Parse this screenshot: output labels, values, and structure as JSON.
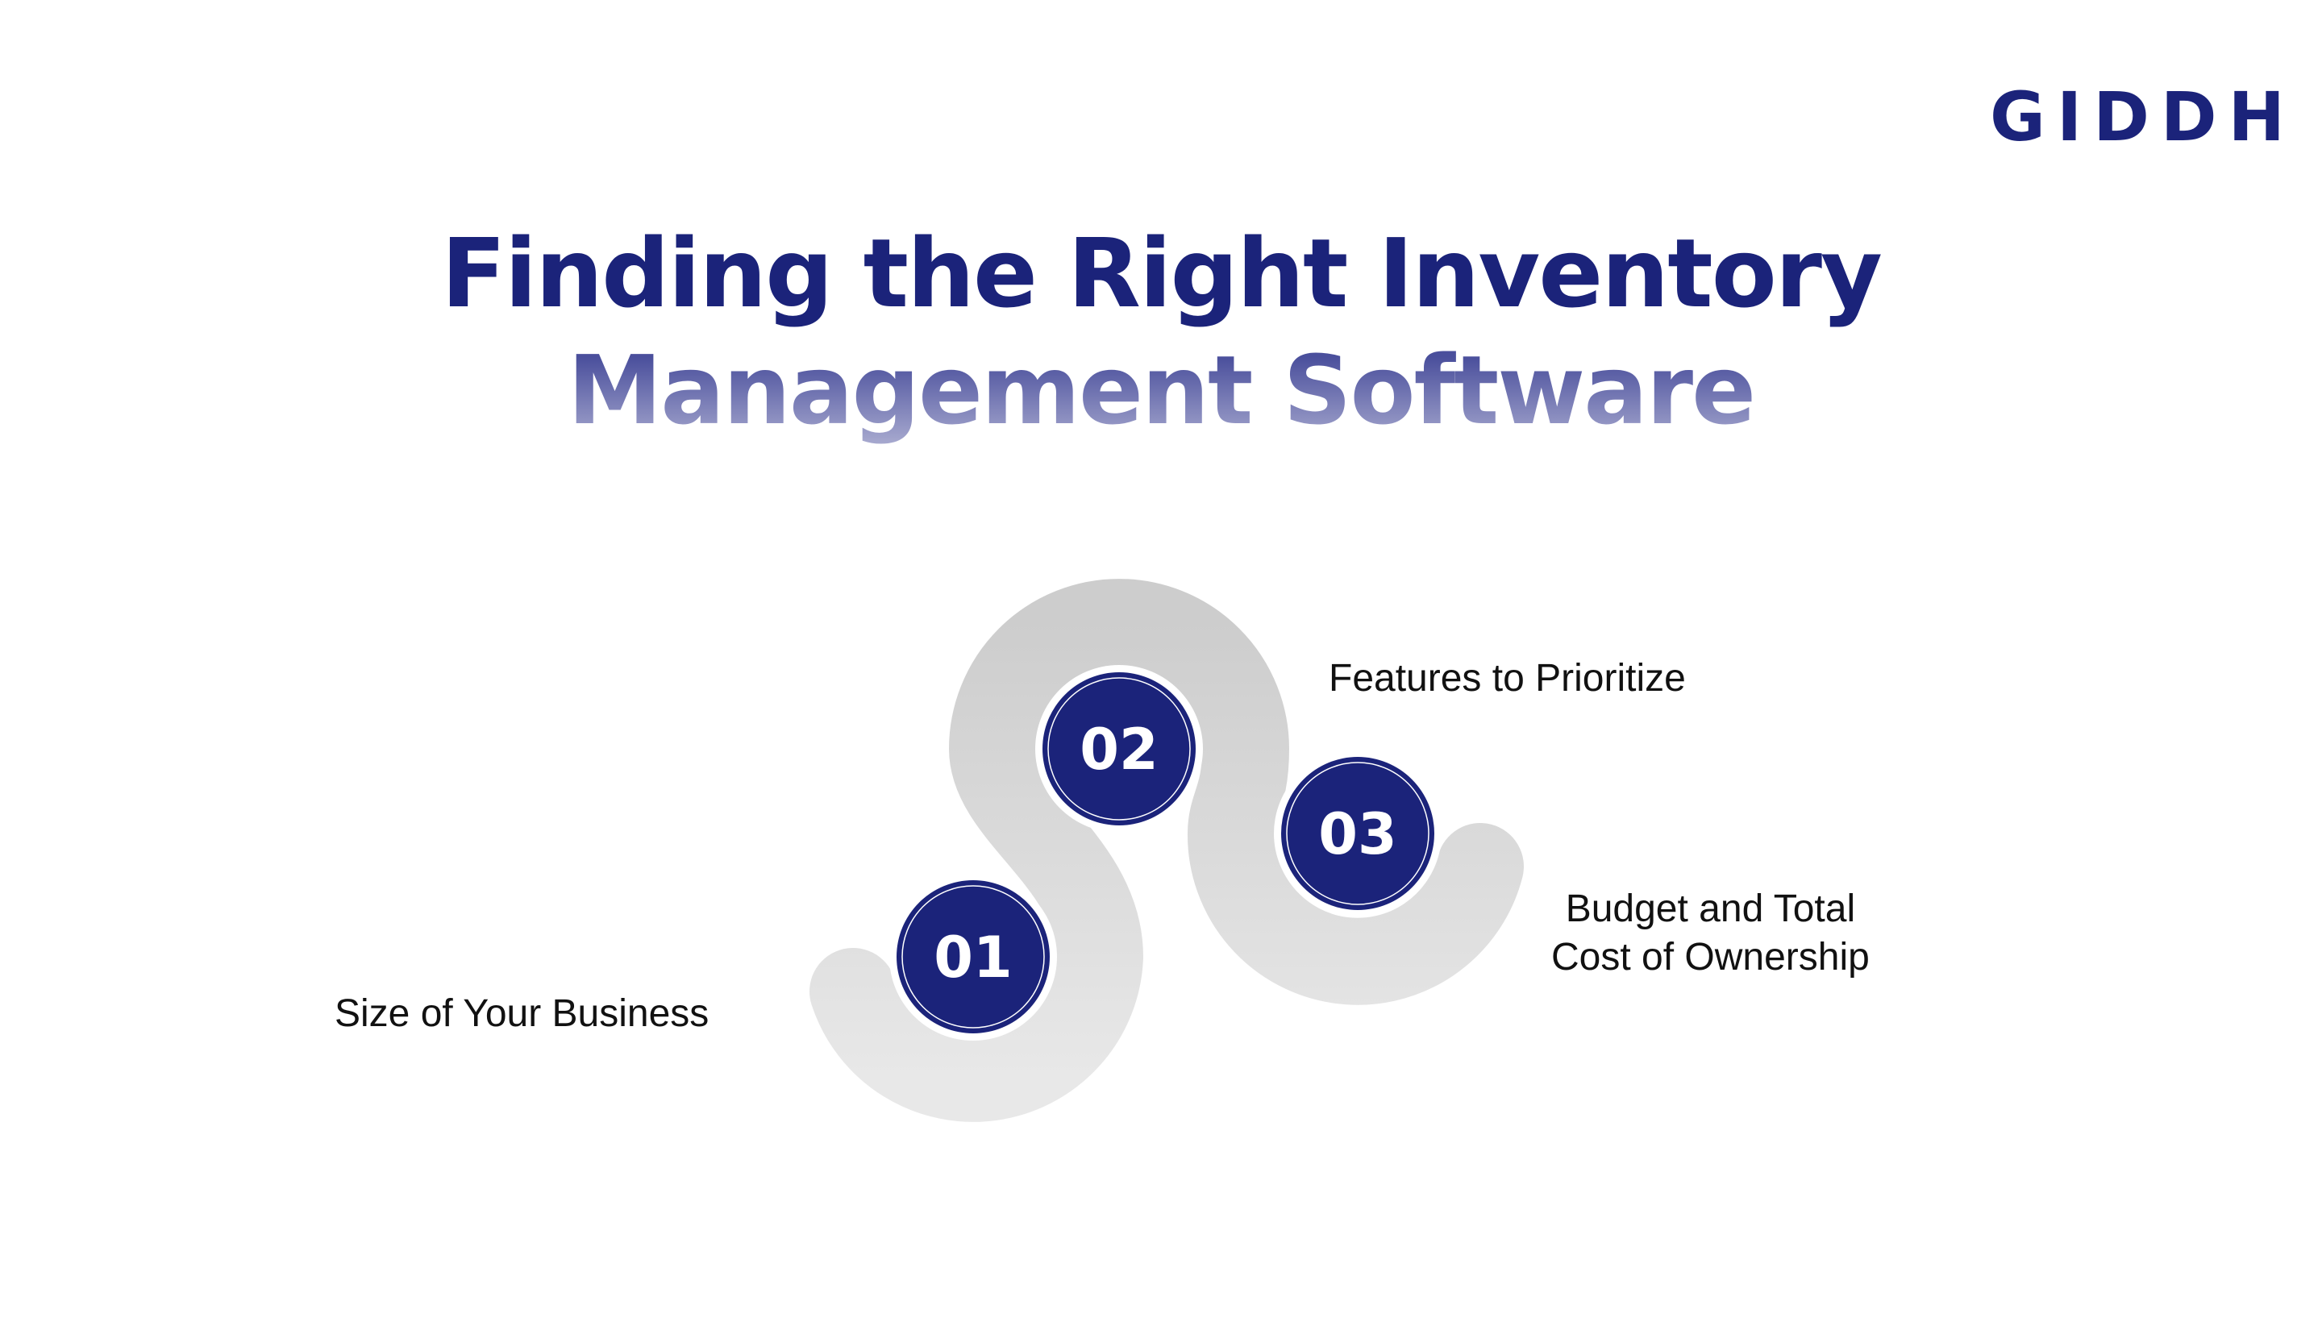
{
  "logo": {
    "text": "GIDDH"
  },
  "title": {
    "line1": "Finding the Right Inventory",
    "line2": "Management Software"
  },
  "steps": [
    {
      "number": "01",
      "label": "Size of Your Business"
    },
    {
      "number": "02",
      "label": "Features to Prioritize"
    },
    {
      "number": "03",
      "label_line1": "Budget and Total",
      "label_line2": "Cost of Ownership"
    }
  ],
  "colors": {
    "primary": "#1b237a",
    "band_top": "#cdcdcd",
    "band_bottom": "#e8e8e8"
  }
}
